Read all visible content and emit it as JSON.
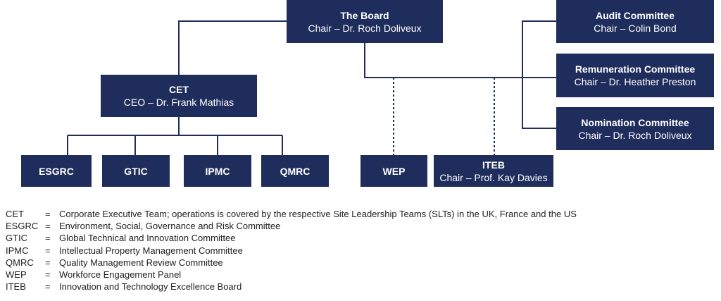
{
  "colors": {
    "box_fill": "#1f2d5c",
    "box_text": "#ffffff",
    "line": "#1f2d5c"
  },
  "board": {
    "title": "The Board",
    "subtitle": "Chair – Dr. Roch Doliveux"
  },
  "audit": {
    "title": "Audit Committee",
    "subtitle": "Chair – Colin Bond"
  },
  "remuneration": {
    "title": "Remuneration Committee",
    "subtitle": "Chair – Dr. Heather Preston"
  },
  "nomination": {
    "title": "Nomination Committee",
    "subtitle": "Chair – Dr. Roch Doliveux"
  },
  "cet": {
    "title": "CET",
    "subtitle": "CEO – Dr. Frank Mathias"
  },
  "esgrc": {
    "title": "ESGRC"
  },
  "gtic": {
    "title": "GTIC"
  },
  "ipmc": {
    "title": "IPMC"
  },
  "qmrc": {
    "title": "QMRC"
  },
  "wep": {
    "title": "WEP"
  },
  "iteb": {
    "title": "ITEB",
    "subtitle": "Chair – Prof. Kay Davies"
  },
  "legend": [
    {
      "abbr": "CET",
      "eq": "=",
      "desc": "Corporate Executive Team; operations is covered by the respective Site Leadership Teams (SLTs) in the UK, France and the US"
    },
    {
      "abbr": "ESGRC",
      "eq": "=",
      "desc": "Environment, Social, Governance and Risk Committee"
    },
    {
      "abbr": "GTIC",
      "eq": "=",
      "desc": "Global Technical and Innovation Committee"
    },
    {
      "abbr": "IPMC",
      "eq": "=",
      "desc": "Intellectual Property Management Committee"
    },
    {
      "abbr": "QMRC",
      "eq": "=",
      "desc": "Quality Management Review Committee"
    },
    {
      "abbr": "WEP",
      "eq": "=",
      "desc": "Workforce Engagement Panel"
    },
    {
      "abbr": "ITEB",
      "eq": "=",
      "desc": "Innovation and Technology Excellence Board"
    }
  ]
}
